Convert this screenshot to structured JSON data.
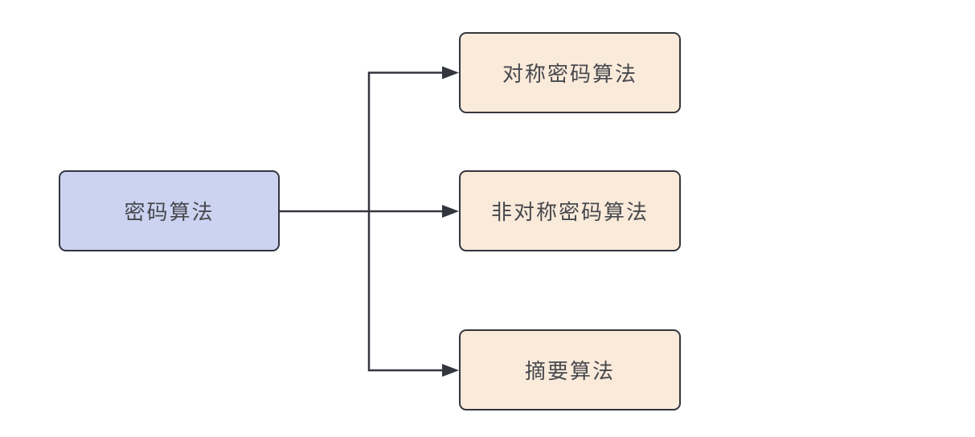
{
  "diagram": {
    "root": {
      "label": "密码算法"
    },
    "children": [
      {
        "label": "对称密码算法"
      },
      {
        "label": "非对称密码算法"
      },
      {
        "label": "摘要算法"
      }
    ],
    "edges": [
      {
        "from": "密码算法",
        "to": "对称密码算法"
      },
      {
        "from": "密码算法",
        "to": "非对称密码算法"
      },
      {
        "from": "密码算法",
        "to": "摘要算法"
      }
    ]
  },
  "colors": {
    "background": "#ffffff",
    "root_fill": "#ccd3f1",
    "child_fill": "#faeada",
    "node_border": "#33363d",
    "edge": "#33363d",
    "text": "#47494e"
  }
}
